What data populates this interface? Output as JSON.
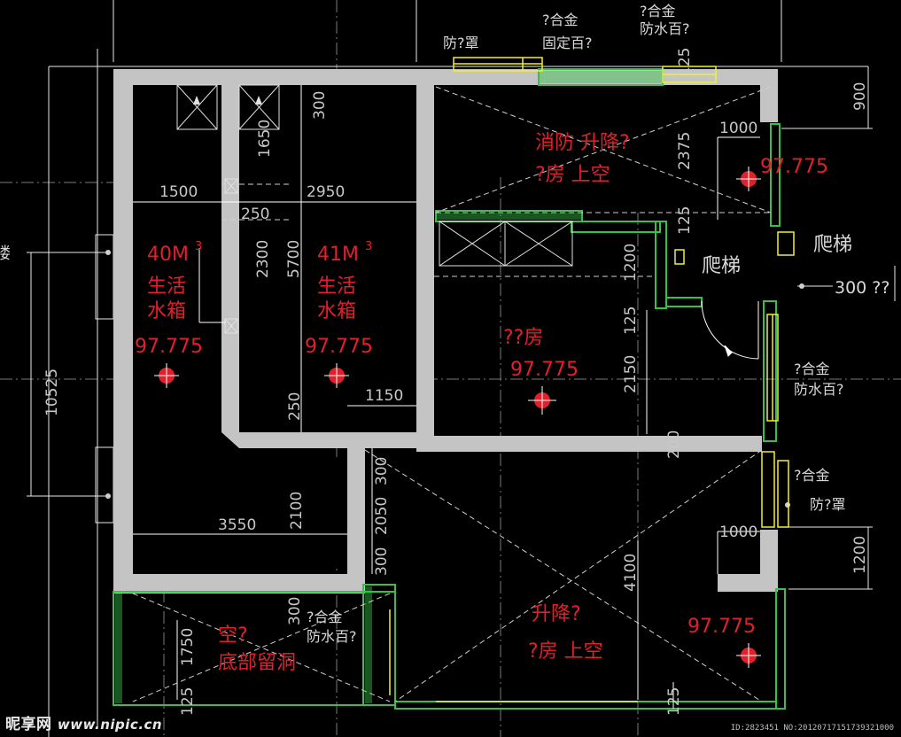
{
  "colors": {
    "background": "#000000",
    "wall": "#c4c4c4",
    "dim_line": "#ffffff",
    "dim_text": "#d8d8d8",
    "room_text": "#e0202a",
    "door_window": "#f2ee3a",
    "grid": "#7a7a7a",
    "dashed_cross": "#cfcfcf",
    "green_edge": "#37c04a"
  },
  "tanks": {
    "left": {
      "volume": "40M",
      "sup": "3",
      "line1": "生活",
      "line2": "水箱",
      "elev": "97.775"
    },
    "right": {
      "volume": "41M",
      "sup": "3",
      "line1": "生活",
      "line2": "水箱",
      "elev": "97.775"
    }
  },
  "rooms": {
    "fire_lift": {
      "line1": "消防 升降?",
      "line2": "?房 上空",
      "elev": "97.775"
    },
    "middle": {
      "line1": "??房",
      "elev": "97.775"
    },
    "lift_bottom": {
      "line1": "升降?",
      "line2": "?房 上空",
      "elev": "97.775"
    },
    "bottom_left": {
      "line1": "空?",
      "line2": "底部留洞"
    }
  },
  "ladder": {
    "inner": "爬梯",
    "outer": "爬梯",
    "outer_dim": "300 ??"
  },
  "windows": {
    "top_a": "防?罩",
    "top_b1": "?合金",
    "top_b2": "固定百?",
    "top_c1": "?合金",
    "top_c2": "防水百?",
    "right_a1": "?合金",
    "right_a2": "防水百?",
    "right_b1": "?合金",
    "right_b2": "防?罩",
    "bottom_l1": "?合金",
    "bottom_l2": "防水百?"
  },
  "dims": {
    "d300_top": "300",
    "d1650": "1650",
    "d1500": "1500",
    "d2950": "2950",
    "d250a": "250",
    "d2300": "2300",
    "d5700": "5700",
    "d250b": "250",
    "d1150": "1150",
    "d3550": "3550",
    "d2100": "2100",
    "d300_mid": "300",
    "d2050": "2050",
    "d300_low": "300",
    "d300_bl": "300",
    "d1750": "1750",
    "d125_bl": "125",
    "d10525": "10525",
    "d2375": "2375",
    "d125_top": "125",
    "d125_top2": "125",
    "d1000_top": "1000",
    "d900": "900",
    "d1200_mid": "1200",
    "d125_mid": "125",
    "d2150": "2150",
    "d200": "200",
    "d1000_bot": "1000",
    "d1200_right": "1200",
    "d4100": "4100",
    "d125_bot": "125"
  },
  "left_edge_label": "楼",
  "watermark": {
    "brand": "昵享网",
    "url": "www.nipic.cn"
  },
  "image_id": "ID:2823451 NO:20120717151739321000"
}
